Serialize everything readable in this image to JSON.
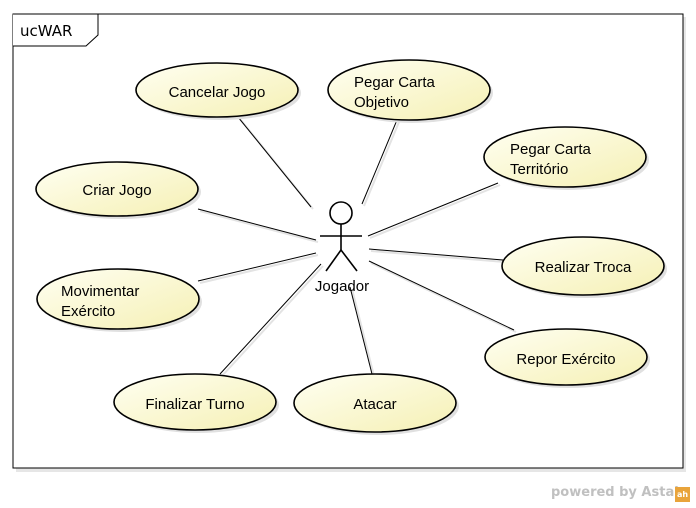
{
  "frame": {
    "kind": "uc",
    "name": "WAR"
  },
  "actor": {
    "name": "Jogador"
  },
  "use_cases": [
    {
      "id": "cancelar-jogo",
      "lines": [
        "Cancelar Jogo"
      ]
    },
    {
      "id": "pegar-carta-objetivo",
      "lines": [
        "Pegar Carta",
        "Objetivo"
      ]
    },
    {
      "id": "pegar-carta-territorio",
      "lines": [
        "Pegar Carta",
        "Território"
      ]
    },
    {
      "id": "criar-jogo",
      "lines": [
        "Criar Jogo"
      ]
    },
    {
      "id": "realizar-troca",
      "lines": [
        "Realizar Troca"
      ]
    },
    {
      "id": "movimentar-exercito",
      "lines": [
        "Movimentar",
        "Exército"
      ]
    },
    {
      "id": "repor-exercito",
      "lines": [
        "Repor Exército"
      ]
    },
    {
      "id": "finalizar-turno",
      "lines": [
        "Finalizar Turno"
      ]
    },
    {
      "id": "atacar",
      "lines": [
        "Atacar"
      ]
    }
  ],
  "footer": {
    "powered_by": "powered by Astah",
    "logo_text": "ah"
  },
  "colors": {
    "usecase_fill_light": "#fffff2",
    "usecase_fill_dark": "#f5f0b4",
    "stroke": "#000000",
    "footer_text": "#c0c0c0",
    "logo": "#e9a43b"
  }
}
